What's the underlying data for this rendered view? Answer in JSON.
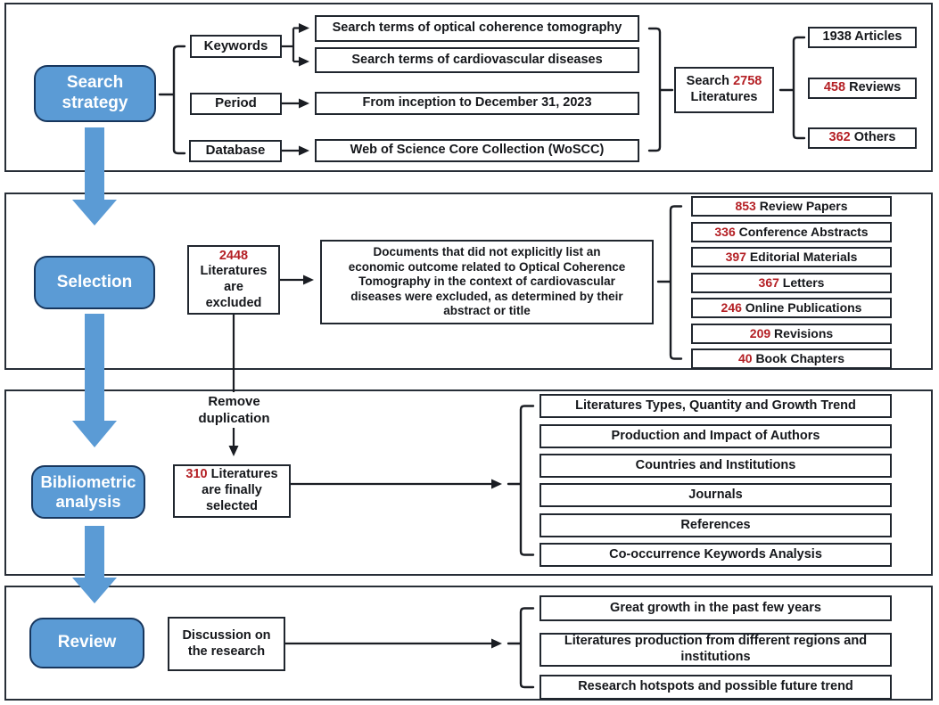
{
  "colors": {
    "stage_fill": "#5b9bd5",
    "stage_border": "#17365d",
    "number_red": "#b41f24",
    "line_ink": "#1a1d23",
    "box_border": "#20262e",
    "panel_border": "#272e37"
  },
  "stage1": {
    "title": "Search strategy",
    "keywords_label": "Keywords",
    "period_label": "Period",
    "database_label": "Database",
    "keyword_terms": [
      "Search terms of optical coherence tomography",
      "Search terms of cardiovascular diseases"
    ],
    "period_value": "From inception to December 31, 2023",
    "database_value": "Web of Science Core Collection (WoSCC)",
    "result_prefix": "Search",
    "result_number": "2758",
    "result_suffix": "Literatures",
    "breakdown": [
      {
        "number": "1938",
        "label": "Articles"
      },
      {
        "number": "458",
        "label": "Reviews"
      },
      {
        "number": "362",
        "label": "Others"
      }
    ]
  },
  "stage2": {
    "title": "Selection",
    "excluded_number": "2448",
    "excluded_lines": "Literatures\nare\nexcluded",
    "criteria": "Documents that did not explicitly list an\neconomic outcome related to Optical Coherence\nTomography in the context of cardiovascular\ndiseases were excluded, as determined by their\nabstract or title",
    "excluded_types": [
      {
        "number": "853",
        "label": "Review Papers"
      },
      {
        "number": "336",
        "label": "Conference Abstracts"
      },
      {
        "number": "397",
        "label": "Editorial Materials"
      },
      {
        "number": "367",
        "label": "Letters"
      },
      {
        "number": "246",
        "label": "Online Publications"
      },
      {
        "number": "209",
        "label": "Revisions"
      },
      {
        "number": "40",
        "label": "Book Chapters"
      }
    ]
  },
  "stage3": {
    "title": "Bibliometric analysis",
    "remove_label": "Remove\nduplication",
    "selected_number": "310",
    "selected_lines": "Literatures\nare finally\nselected",
    "analyses": [
      "Literatures Types, Quantity and Growth Trend",
      "Production and Impact of Authors",
      "Countries and Institutions",
      "Journals",
      "References",
      "Co-occurrence Keywords Analysis"
    ]
  },
  "stage4": {
    "title": "Review",
    "discussion_lines": "Discussion on\nthe research",
    "outcomes": [
      "Great growth in the past few years",
      "Literatures production from different regions and\ninstitutions",
      "Research hotspots and possible future trend"
    ]
  }
}
